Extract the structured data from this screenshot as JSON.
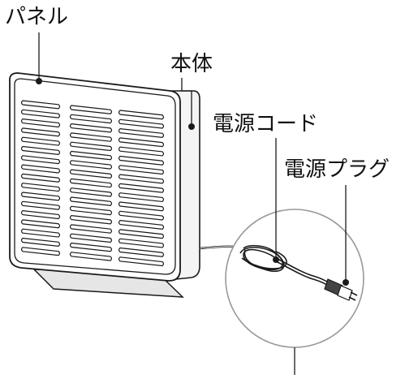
{
  "labels": {
    "panel": "パネル",
    "body": "本体",
    "power_cord": "電源コード",
    "power_plug": "電源プラグ"
  },
  "colors": {
    "line": "#1a1a1a",
    "shade": "#bdbdbd",
    "light_shade": "#e6e6e6"
  }
}
